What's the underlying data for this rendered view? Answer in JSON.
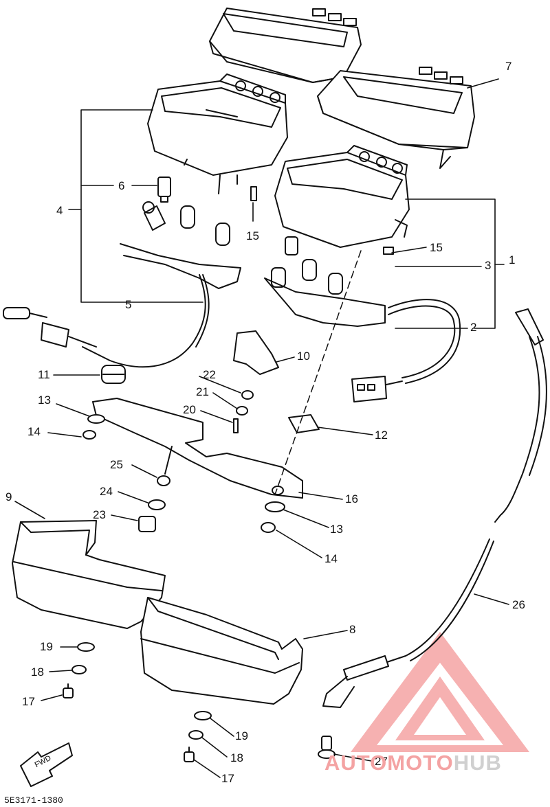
{
  "diagram": {
    "callouts": [
      "1",
      "2",
      "3",
      "4",
      "5",
      "6",
      "7",
      "8",
      "9",
      "10",
      "11",
      "12",
      "13",
      "14",
      "15",
      "16",
      "17",
      "18",
      "19",
      "20",
      "21",
      "22",
      "23",
      "24",
      "25",
      "26",
      "27"
    ],
    "labels": {
      "n1": "1",
      "n2": "2",
      "n3": "3",
      "n4": "4",
      "n5": "5",
      "n6": "6",
      "n7": "7",
      "n8": "8",
      "n9": "9",
      "n10": "10",
      "n11": "11",
      "n12": "12",
      "n13a": "13",
      "n13b": "13",
      "n14a": "14",
      "n14b": "14",
      "n15a": "15",
      "n15b": "15",
      "n16": "16",
      "n17a": "17",
      "n17b": "17",
      "n18a": "18",
      "n18b": "18",
      "n19a": "19",
      "n19b": "19",
      "n20": "20",
      "n21": "21",
      "n22": "22",
      "n23": "23",
      "n24": "24",
      "n25": "25",
      "n26": "26",
      "n27": "27"
    },
    "fwd_label": "FWD",
    "drawing_code": "5E3171-1380"
  },
  "watermark": {
    "part1": "AUTOMOTO",
    "part2": "HUB",
    "color_primary": "#f4a3a3",
    "color_secondary": "#d0d0d0"
  }
}
